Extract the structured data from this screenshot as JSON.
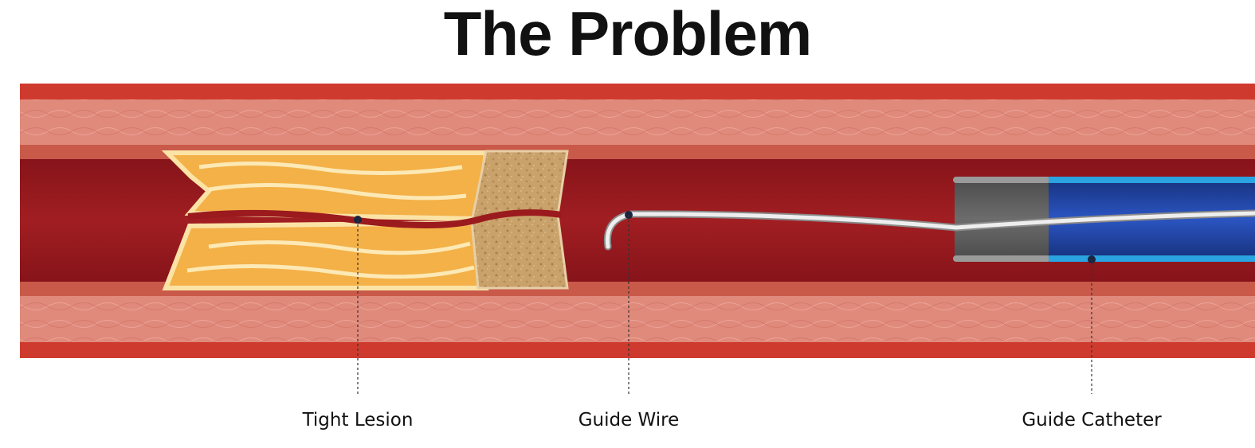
{
  "title": "The Problem",
  "labels": {
    "tight_lesion": "Tight Lesion",
    "guide_wire": "Guide Wire",
    "guide_catheter": "Guide Catheter"
  },
  "colors": {
    "outer_wall": "#cf3a2e",
    "wall_tissue": "#e08a7c",
    "inner_wall": "#c95a4a",
    "lumen": "#9b1a1e",
    "plaque": "#f0a83a",
    "plaque_highlight": "#fbe3a6",
    "calcified": "#c9a16a",
    "catheter_gray": "#5a5a5a",
    "catheter_blue": "#1f3f9a",
    "catheter_edge": "#2aa3e0",
    "wire": "#e6e6e6",
    "marker": "#1a2540"
  }
}
